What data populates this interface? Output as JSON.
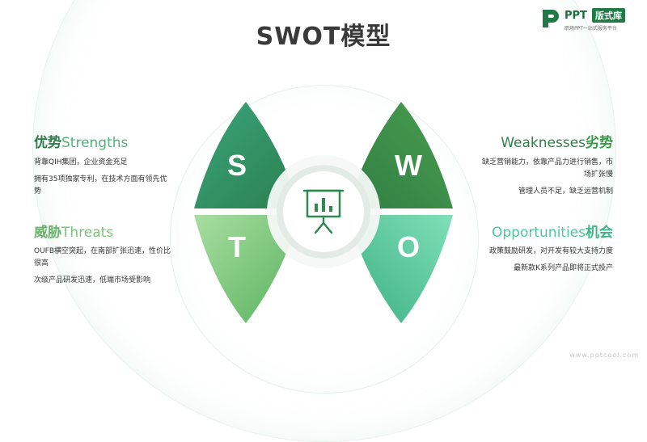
{
  "title": "SWOT模型",
  "logo": {
    "ppt": "PPT",
    "badge": "版式库",
    "sub": "职场PPT一站式服务平台"
  },
  "letters": {
    "s": "S",
    "w": "W",
    "t": "T",
    "o": "O"
  },
  "colors": {
    "dark_green": "#2e8a55",
    "mid_green": "#43a86a",
    "teal": "#4cc79a",
    "light_green": "#7fcf7f"
  },
  "center_icon": "presentation-board-icon",
  "strengths": {
    "cn": "优势",
    "en": "Strengths",
    "lines": [
      "背靠QIH集团，企业资金充足",
      "拥有35项独家专利，在技术方面有领先优势"
    ]
  },
  "weaknesses": {
    "en": "Weaknesses",
    "cn": "劣势",
    "lines": [
      "缺乏营销能力，依靠产品力进行销售，市场扩张慢",
      "管理人员不足，缺乏运营机制"
    ]
  },
  "threats": {
    "cn": "威胁",
    "en": "Threats",
    "lines": [
      "OUFB横空突起，在南部扩张迅速，性价比很高",
      "次级产品研发迅速，低端市场受影响"
    ]
  },
  "opportunities": {
    "en": "Opportunities",
    "cn": "机会",
    "lines": [
      "政策鼓励研发，对开发有较大支持力度",
      "最新款K系列产品即将正式投产"
    ]
  },
  "footer": "www.pptcool.com"
}
